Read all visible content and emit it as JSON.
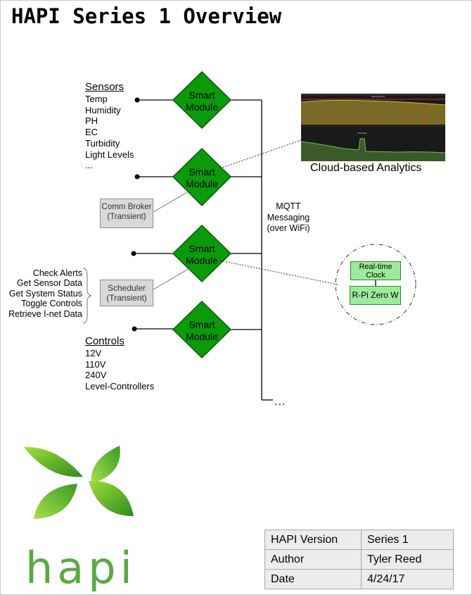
{
  "title": "HAPI Series 1 Overview",
  "sensors": {
    "header": "Sensors",
    "items": [
      "Temp",
      "Humidity",
      "PH",
      "EC",
      "Turbidity",
      "Light Levels",
      "..."
    ]
  },
  "controls": {
    "header": "Controls",
    "items": [
      "12V",
      "110V",
      "240V",
      "Level-Controllers"
    ]
  },
  "modules": [
    {
      "label_line1": "Smart",
      "label_line2": "Module"
    },
    {
      "label_line1": "Smart",
      "label_line2": "Module"
    },
    {
      "label_line1": "Smart",
      "label_line2": "Module"
    },
    {
      "label_line1": "Smart",
      "label_line2": "Module"
    }
  ],
  "comm_broker": {
    "line1": "Comm Broker",
    "line2": "(Transient)"
  },
  "scheduler": {
    "line1": "Scheduler",
    "line2": "(Transient)"
  },
  "scheduler_tasks": [
    "Check Alerts",
    "Get Sensor Data",
    "Get System Status",
    "Toggle Controls",
    "Retrieve I-net Data"
  ],
  "messaging": {
    "line1": "MQTT",
    "line2": "Messaging",
    "line3": "(over WiFi)"
  },
  "bus_more": "...",
  "cloud": {
    "caption": "Cloud-based Analytics",
    "panel1_title": "Temperature",
    "panel2_title": "Humidity"
  },
  "rtc_box": {
    "line1": "Real-time",
    "line2": "Clock"
  },
  "rpi_box": {
    "label": "R-Pi Zero W"
  },
  "logo_text": "hapi",
  "info_table": [
    {
      "key": "HAPI Version",
      "value": "Series 1"
    },
    {
      "key": "Author",
      "value": "Tyler Reed"
    },
    {
      "key": "Date",
      "value": "4/24/17"
    }
  ],
  "colors": {
    "module_fill": "#0a9a0a",
    "module_stroke": "#0a5a0a",
    "box_fill": "#9dea9d",
    "broker_fill": "#d9d9d9"
  }
}
